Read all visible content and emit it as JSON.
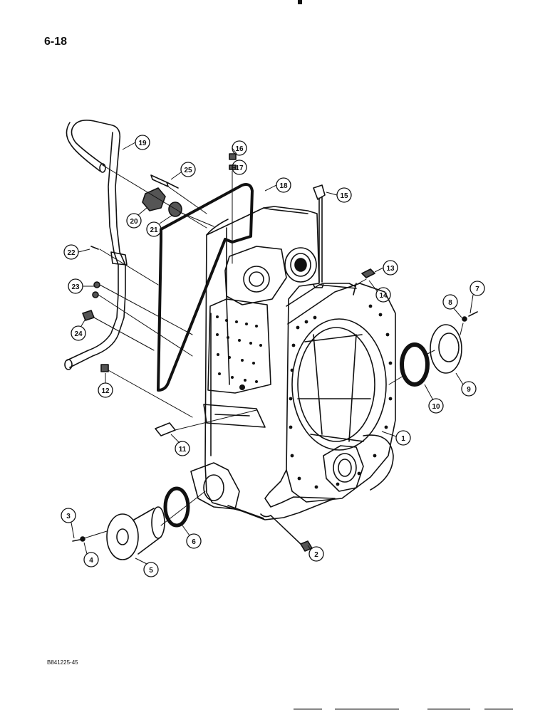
{
  "page_number": "6-18",
  "figure_ref": "B841225-45",
  "callouts": [
    "1",
    "2",
    "3",
    "4",
    "5",
    "6",
    "7",
    "8",
    "9",
    "10",
    "11",
    "12",
    "13",
    "14",
    "15",
    "16",
    "17",
    "18",
    "19",
    "20",
    "21",
    "22",
    "23",
    "24",
    "25"
  ],
  "colors": {
    "ink": "#111111",
    "paper": "#ffffff",
    "shade": "#555555"
  }
}
